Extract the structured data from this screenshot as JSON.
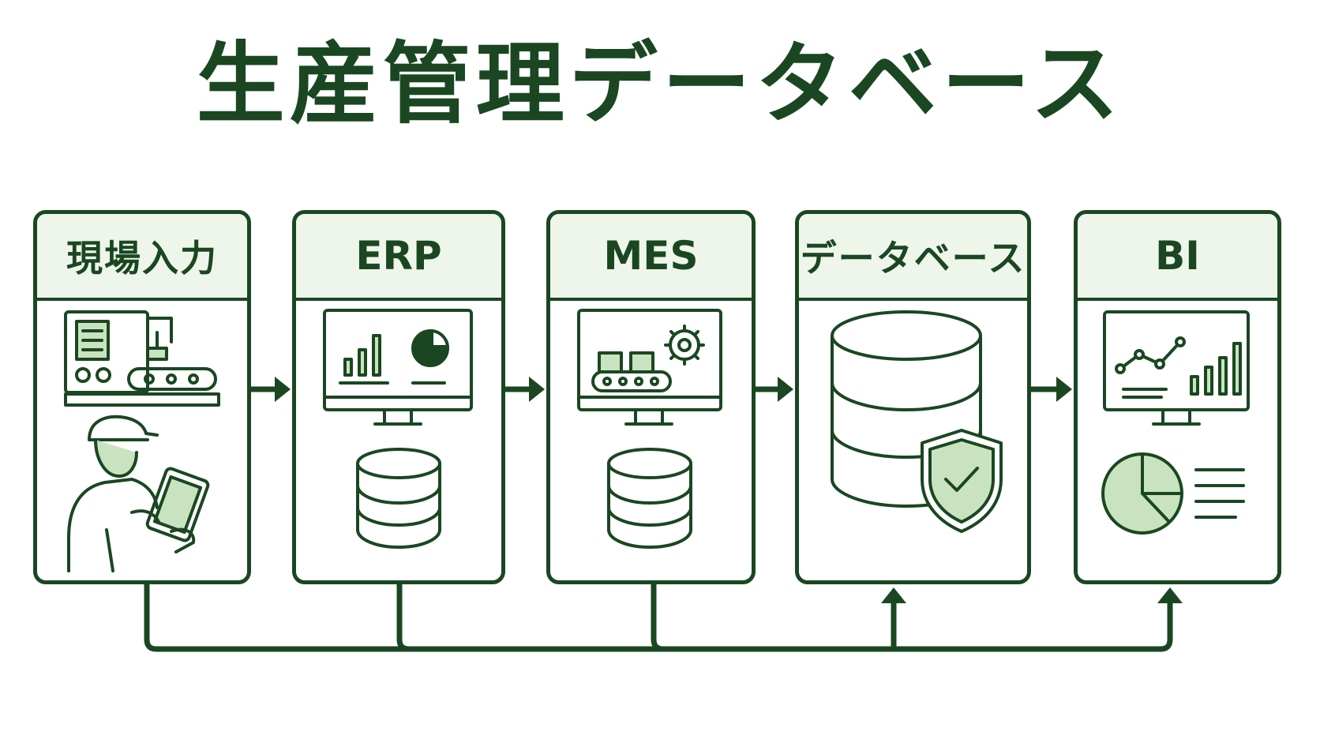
{
  "title": "生産管理データベース",
  "stages": [
    {
      "label": "現場入力"
    },
    {
      "label": "ERP"
    },
    {
      "label": "MES"
    },
    {
      "label": "データベース"
    },
    {
      "label": "BI"
    }
  ],
  "icons": {
    "stage1": [
      "control-panel-icon",
      "robot-arm-icon",
      "conveyor-icon",
      "worker-with-tablet-icon"
    ],
    "stage2": [
      "monitor-bar-chart-icon",
      "pie-chart-icon",
      "database-icon"
    ],
    "stage3": [
      "monitor-conveyor-icon",
      "gear-icon",
      "database-icon"
    ],
    "stage4": [
      "database-icon",
      "shield-check-icon"
    ],
    "stage5": [
      "monitor-line-chart-icon",
      "pie-chart-icon",
      "text-lines-icon"
    ]
  },
  "colors": {
    "primary": "#1a4721",
    "header_fill": "#eef5ea",
    "accent_fill": "#c9e3c0",
    "background": "#ffffff"
  }
}
